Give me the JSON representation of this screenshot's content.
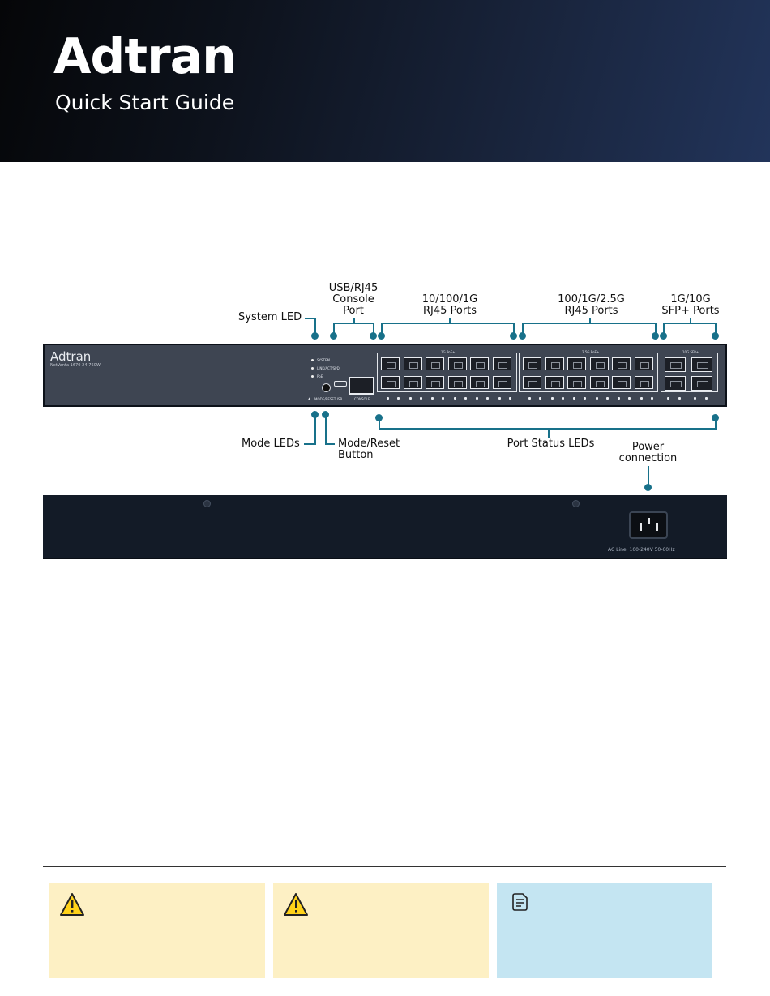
{
  "header": {
    "brand": "Adtran",
    "subtitle": "Quick Start Guide"
  },
  "callouts": {
    "system_led": "System LED",
    "console_port": "USB/RJ45\nConsole\nPort",
    "rj45_1g": "10/100/1G\nRJ45 Ports",
    "rj45_25g": "100/1G/2.5G\nRJ45 Ports",
    "sfp": "1G/10G\nSFP+ Ports",
    "mode_leds": "Mode LEDs",
    "mode_reset": "Mode/Reset\nButton",
    "port_status": "Port Status LEDs",
    "power": "Power\nconnection"
  },
  "front_panel": {
    "brand": "Adtran",
    "model": "NetVanta 1670-24-760W",
    "led_labels": [
      "SYSTEM",
      "LINK/ACT/SPD",
      "PoE"
    ],
    "button_label": "MODE/RESET",
    "usb_label": "USB",
    "console_label": "CONSOLE",
    "group1_label": "1G PoE+",
    "group2_label": "2.5G PoE+",
    "group3_label": "10G SFP+"
  },
  "rear_panel": {
    "power_label": "AC Line: 100-240V 50-60Hz"
  },
  "colors": {
    "accent": "#18718a",
    "warning_box": "#fdf0c4",
    "note_box": "#c4e5f2"
  },
  "notices": [
    {
      "type": "warning",
      "icon": "warning-icon"
    },
    {
      "type": "warning",
      "icon": "warning-icon"
    },
    {
      "type": "note",
      "icon": "note-icon"
    }
  ]
}
